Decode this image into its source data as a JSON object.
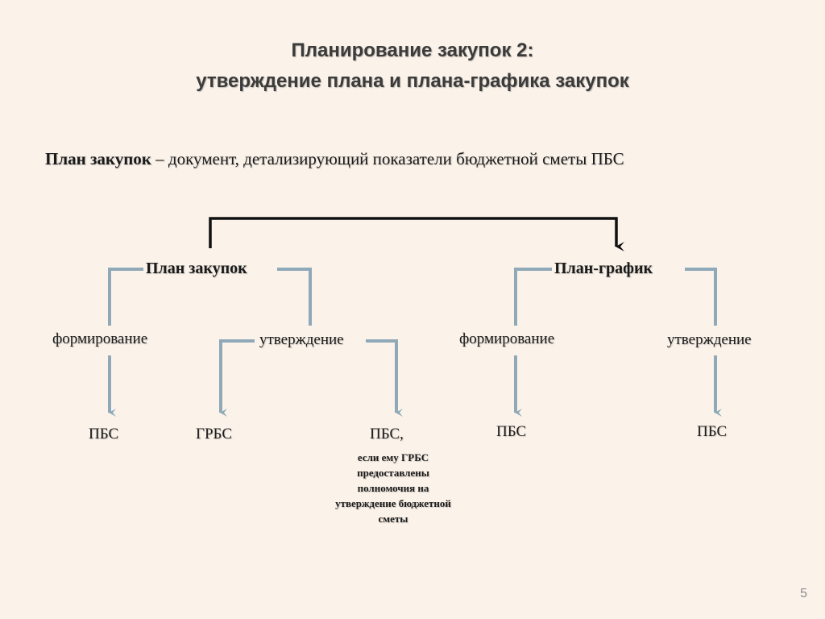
{
  "title": {
    "line1": "Планирование закупок 2:",
    "line2": "утверждение плана и плана-графика закупок"
  },
  "definition": {
    "term": "План закупок",
    "text": " – документ, детализирующий показатели бюджетной сметы ПБС"
  },
  "diagram": {
    "plan_zakupok": "План закупок",
    "plan_grafik": "План-график",
    "left_formirovanie": "формирование",
    "left_utverzhdenie": "утверждение",
    "right_formirovanie": "формирование",
    "right_utverzhdenie": "утверждение",
    "pbs_1": "ПБС",
    "grbs": "ГРБС",
    "pbs_2": "ПБС,",
    "pbs_2_note": "если ему ГРБС предоставлены полномочия на утверждение бюджетной сметы",
    "pbs_3": "ПБС",
    "pbs_4": "ПБС"
  },
  "colors": {
    "connector": "#8fa9b8",
    "top_connector": "#111111",
    "background": "#fbf3ea"
  },
  "page_number": "5"
}
